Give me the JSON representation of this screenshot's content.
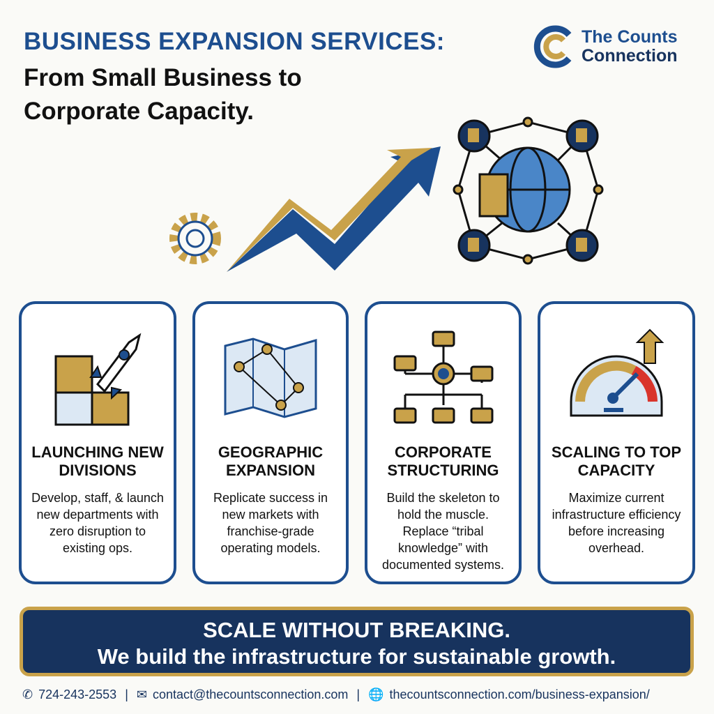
{
  "header": {
    "title": "BUSINESS EXPANSION SERVICES:",
    "subtitle": "From Small Business to Corporate Capacity."
  },
  "logo": {
    "line1": "The Counts",
    "line2": "Connection"
  },
  "colors": {
    "blue": "#1d4e8f",
    "navy": "#17335e",
    "gold": "#c9a24a",
    "red": "#d9342b"
  },
  "cards": [
    {
      "title": "LAUNCHING NEW DIVISIONS",
      "desc": "Develop, staff, & launch new departments with zero disruption to existing ops.",
      "icon": "rocket-puzzle-icon"
    },
    {
      "title": "GEOGRAPHIC EXPANSION",
      "desc": "Replicate success in new markets with franchise-grade operating models.",
      "icon": "map-pins-icon"
    },
    {
      "title": "CORPORATE STRUCTURING",
      "desc": "Build the skeleton to hold the muscle. Replace “tribal knowledge” with documented systems.",
      "icon": "org-chart-icon"
    },
    {
      "title": "SCALING TO TOP CAPACITY",
      "desc": "Maximize current infrastructure efficiency before increasing overhead.",
      "icon": "speedometer-icon"
    }
  ],
  "banner": {
    "line1": "SCALE WITHOUT BREAKING.",
    "line2": "We build the infrastructure for sustainable growth."
  },
  "footer": {
    "phone": "724-243-2553",
    "email": "contact@thecountsconnection.com",
    "website": "thecountsconnection.com/business-expansion/",
    "separator": "|"
  }
}
